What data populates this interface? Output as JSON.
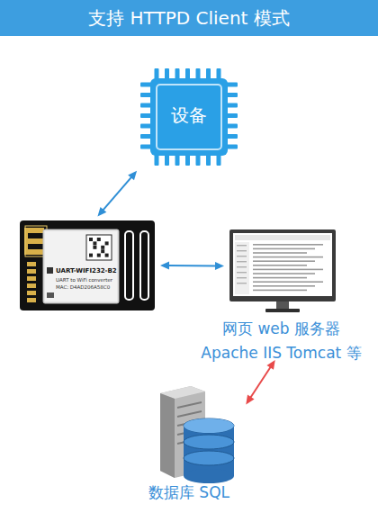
{
  "diagram": {
    "title": "支持 HTTPD Client 模式",
    "nodes": [
      {
        "text": [
          "设备"
        ]
      },
      {
        "text": [
          "UART-WIFI232-B2",
          "UART to WiFi converter",
          "MAC: D4AD206A58C0"
        ]
      },
      {
        "text": [
          "网页 web 服务器 Apache IIS Tomcat 等"
        ]
      },
      {
        "text": [
          "数据库 SQL"
        ]
      }
    ],
    "edges": [
      {
        "from": 0,
        "to": 1,
        "arrow": "both"
      },
      {
        "from": 1,
        "to": 2,
        "arrow": "both"
      },
      {
        "from": 2,
        "to": 3,
        "arrow": "both"
      }
    ]
  }
}
